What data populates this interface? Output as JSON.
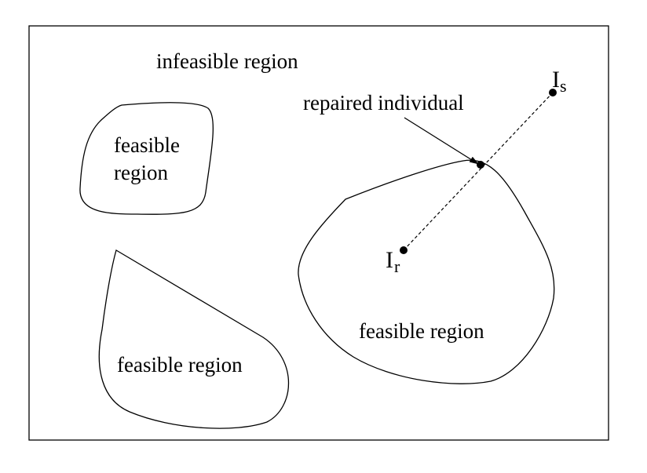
{
  "diagram": {
    "infeasible_label": "infeasible region",
    "feasible_top_left_line1": "feasible",
    "feasible_top_left_line2": "region",
    "feasible_bottom_left": "feasible region",
    "feasible_right": "feasible region",
    "repaired_label": "repaired individual",
    "point_s_main": "I",
    "point_s_sub": "s",
    "point_r_main": "I",
    "point_r_sub": "r"
  }
}
